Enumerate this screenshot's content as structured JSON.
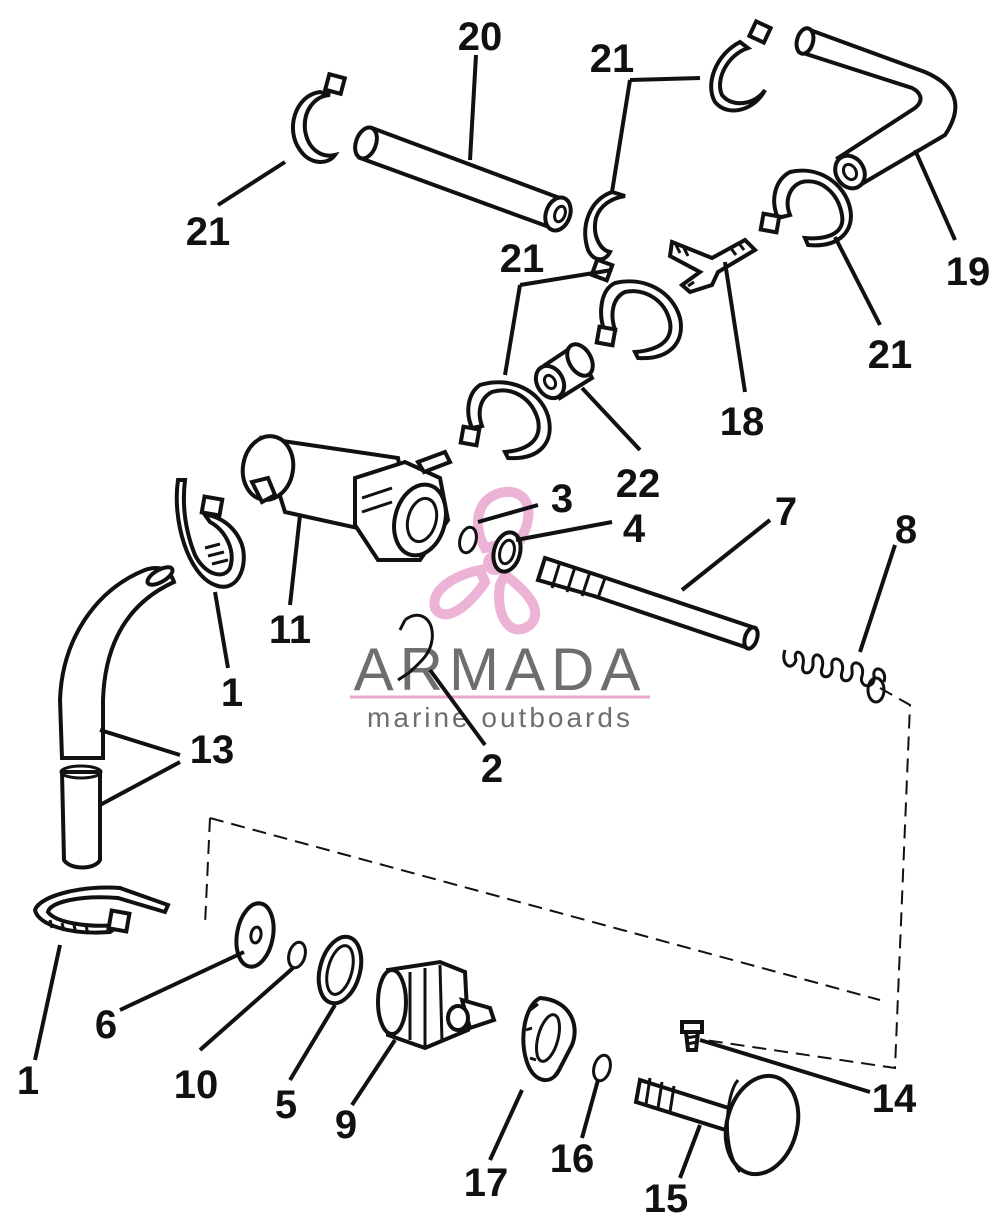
{
  "colors": {
    "line": "#111111",
    "background": "#ffffff",
    "watermark_pink": "#e9a6cf",
    "watermark_gray": "#6e6e6e"
  },
  "watermark": {
    "brand": "ARMADA",
    "tagline": "marine outboards"
  },
  "callouts": {
    "c1_top": "1",
    "c1_bottom_left": "1",
    "c2": "2",
    "c3": "3",
    "c4": "4",
    "c5": "5",
    "c6": "6",
    "c7": "7",
    "c8": "8",
    "c9": "9",
    "c10": "10",
    "c11": "11",
    "c13": "13",
    "c14": "14",
    "c15": "15",
    "c16": "16",
    "c17": "17",
    "c18": "18",
    "c19": "19",
    "c20": "20",
    "c21_a": "21",
    "c21_b": "21",
    "c21_c": "21",
    "c21_d": "21",
    "c22": "22"
  }
}
